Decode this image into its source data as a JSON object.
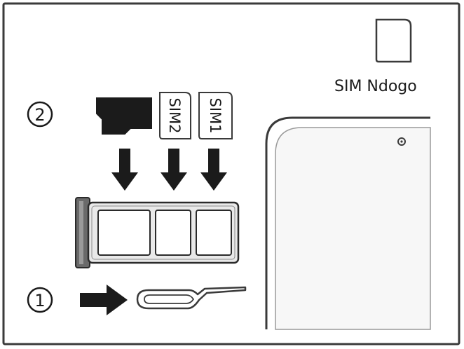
{
  "labels": {
    "nano_sim_caption": "SIM Ndogo",
    "sim2": "SIM2",
    "sim1": "SIM1"
  },
  "steps": {
    "step1": "1",
    "step2": "2"
  },
  "colors": {
    "stroke": "#3a3a3a",
    "dark": "#1b1b1b",
    "frame": "#2a2a2a"
  }
}
